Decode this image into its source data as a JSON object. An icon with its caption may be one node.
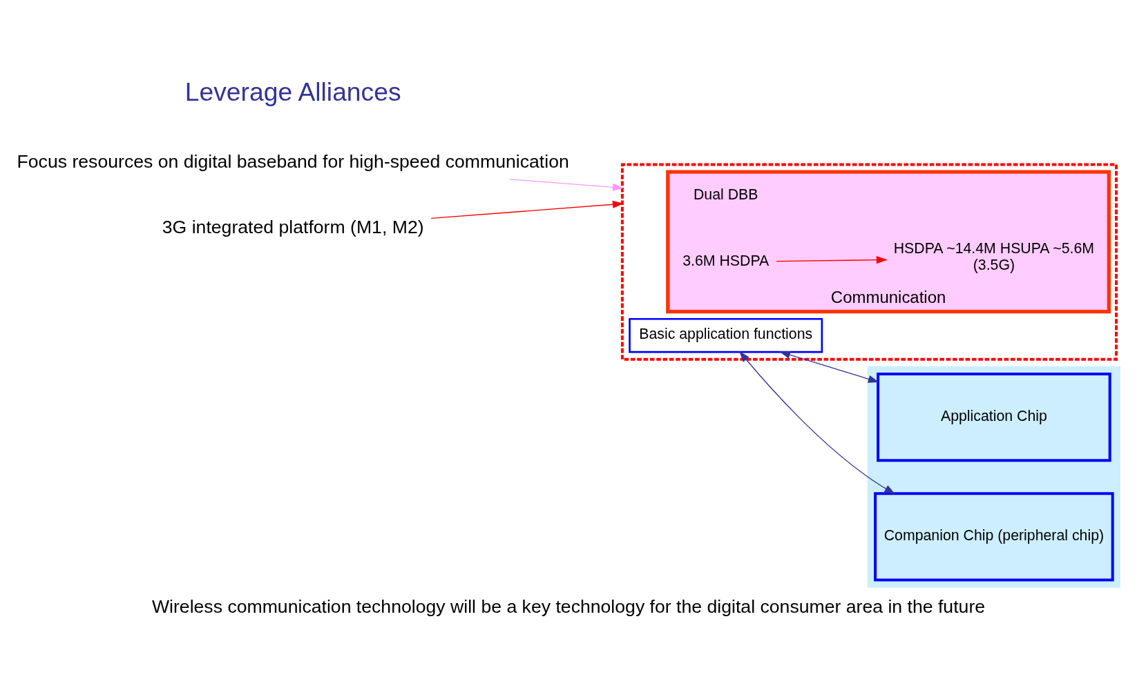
{
  "diagram": {
    "caption": "Wireless communication technology will be a key technology for the digital consumer area in the future",
    "nodes": [
      {
        "text": [
          "Focus resources on digital baseband for high-speed communication"
        ]
      },
      {
        "text": [],
        "shape": "box"
      },
      {
        "text": [
          "Communication"
        ],
        "in": 1
      },
      {
        "text": [
          "Dual DBB"
        ],
        "in": 2
      },
      {
        "text": [
          "3.6M HSDPA"
        ],
        "in": 2
      },
      {
        "text": [
          "HSDPA ~14.4M HSUPA ~5.6M",
          "(3.5G)"
        ],
        "in": 2
      },
      {
        "text": [
          "Basic application functions"
        ],
        "in": 1
      },
      {
        "text": [],
        "shape": "box"
      },
      {
        "text": [
          "Application Chip"
        ],
        "in": 7
      },
      {
        "text": [
          "Companion Chip (peripheral chip)"
        ],
        "in": 7
      },
      {
        "text": [
          "3G integrated platform (M1, M2)"
        ]
      }
    ],
    "edges": [
      {
        "from": 0,
        "to": 1,
        "arrow": "to",
        "color": "#ff99ff"
      },
      {
        "from": 4,
        "to": 5,
        "arrow": "to"
      },
      {
        "from": 6,
        "to": 8,
        "arrow": "both",
        "color": "#333399"
      },
      {
        "from": 6,
        "to": 9,
        "arrow": "both",
        "color": "#333399"
      },
      {
        "from": 10,
        "to": 1,
        "arrow": "to"
      }
    ],
    "labels": [
      "Leverage Alliances"
    ]
  }
}
